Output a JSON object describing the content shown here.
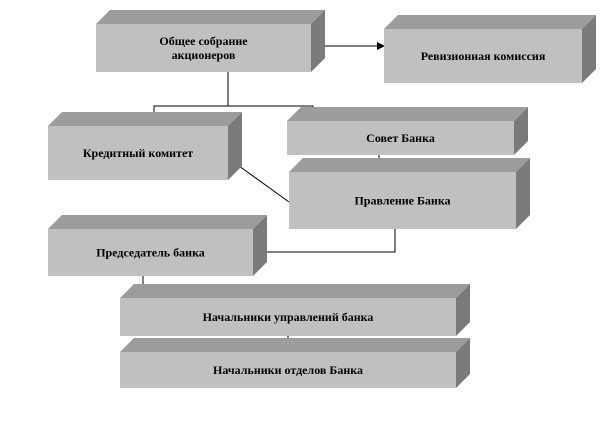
{
  "nodes": {
    "general_meeting": [
      "Общее собрание",
      "акционеров"
    ],
    "audit_commission": [
      "Ревизионная комиссия"
    ],
    "credit_committee": [
      "Кредитный комитет"
    ],
    "bank_council": [
      "Совет Банка"
    ],
    "bank_board": [
      "Правление Банка"
    ],
    "bank_chairman": [
      "Председатель банка"
    ],
    "department_heads": [
      "Начальники управлений банка"
    ],
    "division_heads": [
      "Начальники отделов Банка"
    ]
  },
  "colors": {
    "box_front": "#c0c0c0",
    "box_top": "#9c9c9c",
    "box_side": "#7a7a7a",
    "line": "#000000"
  }
}
